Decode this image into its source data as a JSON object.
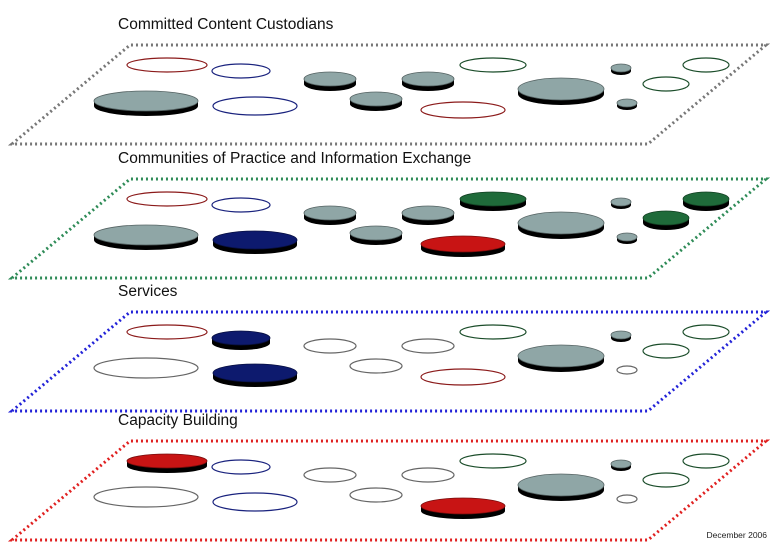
{
  "layers": [
    {
      "title": "Committed Content Custodians",
      "border_color": "#777777",
      "disks": [
        {
          "id": 1,
          "style": "outline",
          "color": "#8b1a1a"
        },
        {
          "id": 2,
          "style": "outline",
          "color": "#1a237e"
        },
        {
          "id": 3,
          "style": "solid",
          "color": "#8fa6a6"
        },
        {
          "id": 4,
          "style": "solid",
          "color": "#8fa6a6"
        },
        {
          "id": 5,
          "style": "outline",
          "color": "#1b4d2a"
        },
        {
          "id": 6,
          "style": "solid",
          "color": "#8fa6a6"
        },
        {
          "id": 7,
          "style": "outline",
          "color": "#1b4d2a"
        },
        {
          "id": 8,
          "style": "solid",
          "color": "#8fa6a6"
        },
        {
          "id": 9,
          "style": "outline",
          "color": "#1a237e"
        },
        {
          "id": 10,
          "style": "solid",
          "color": "#8fa6a6"
        },
        {
          "id": 11,
          "style": "outline",
          "color": "#8b1a1a"
        },
        {
          "id": 12,
          "style": "solid",
          "color": "#8fa6a6"
        },
        {
          "id": 13,
          "style": "outline",
          "color": "#1b4d2a"
        },
        {
          "id": 14,
          "style": "solid",
          "color": "#8fa6a6"
        }
      ]
    },
    {
      "title": "Communities of Practice and Information Exchange",
      "border_color": "#2e8b57",
      "disks": [
        {
          "id": 1,
          "style": "outline",
          "color": "#8b1a1a"
        },
        {
          "id": 2,
          "style": "outline",
          "color": "#1a237e"
        },
        {
          "id": 3,
          "style": "solid",
          "color": "#8fa6a6"
        },
        {
          "id": 4,
          "style": "solid",
          "color": "#8fa6a6"
        },
        {
          "id": 5,
          "style": "solid",
          "color": "#1f6b3a"
        },
        {
          "id": 6,
          "style": "solid",
          "color": "#8fa6a6"
        },
        {
          "id": 7,
          "style": "solid",
          "color": "#1f6b3a"
        },
        {
          "id": 8,
          "style": "solid",
          "color": "#8fa6a6"
        },
        {
          "id": 9,
          "style": "solid",
          "color": "#0d1a6e"
        },
        {
          "id": 10,
          "style": "solid",
          "color": "#8fa6a6"
        },
        {
          "id": 11,
          "style": "solid",
          "color": "#c81414"
        },
        {
          "id": 12,
          "style": "solid",
          "color": "#8fa6a6"
        },
        {
          "id": 13,
          "style": "solid",
          "color": "#1f6b3a"
        },
        {
          "id": 14,
          "style": "solid",
          "color": "#8fa6a6"
        }
      ]
    },
    {
      "title": "Services",
      "border_color": "#2323d8",
      "disks": [
        {
          "id": 1,
          "style": "outline",
          "color": "#8b1a1a"
        },
        {
          "id": 2,
          "style": "solid",
          "color": "#0d1a6e"
        },
        {
          "id": 3,
          "style": "outline",
          "color": "#666666"
        },
        {
          "id": 4,
          "style": "outline",
          "color": "#666666"
        },
        {
          "id": 5,
          "style": "outline",
          "color": "#1b4d2a"
        },
        {
          "id": 6,
          "style": "outline",
          "color": "#666666"
        },
        {
          "id": 7,
          "style": "outline",
          "color": "#1b4d2a"
        },
        {
          "id": 8,
          "style": "solid",
          "color": "#8fa6a6"
        },
        {
          "id": 9,
          "style": "solid",
          "color": "#0d1a6e"
        },
        {
          "id": 10,
          "style": "outline",
          "color": "#666666"
        },
        {
          "id": 11,
          "style": "outline",
          "color": "#8b1a1a"
        },
        {
          "id": 12,
          "style": "solid",
          "color": "#8fa6a6"
        },
        {
          "id": 13,
          "style": "outline",
          "color": "#1b4d2a"
        },
        {
          "id": 14,
          "style": "outline",
          "color": "#666666"
        }
      ]
    },
    {
      "title": "Capacity Building",
      "border_color": "#e02020",
      "disks": [
        {
          "id": 1,
          "style": "solid",
          "color": "#c81414"
        },
        {
          "id": 2,
          "style": "outline",
          "color": "#1a237e"
        },
        {
          "id": 3,
          "style": "outline",
          "color": "#666666"
        },
        {
          "id": 4,
          "style": "outline",
          "color": "#666666"
        },
        {
          "id": 5,
          "style": "outline",
          "color": "#1b4d2a"
        },
        {
          "id": 6,
          "style": "outline",
          "color": "#666666"
        },
        {
          "id": 7,
          "style": "outline",
          "color": "#1b4d2a"
        },
        {
          "id": 8,
          "style": "solid",
          "color": "#8fa6a6"
        },
        {
          "id": 9,
          "style": "outline",
          "color": "#1a237e"
        },
        {
          "id": 10,
          "style": "outline",
          "color": "#666666"
        },
        {
          "id": 11,
          "style": "solid",
          "color": "#c81414"
        },
        {
          "id": 12,
          "style": "solid",
          "color": "#8fa6a6"
        },
        {
          "id": 13,
          "style": "outline",
          "color": "#1b4d2a"
        },
        {
          "id": 14,
          "style": "outline",
          "color": "#666666"
        }
      ]
    }
  ],
  "footer": {
    "date": "December 2006"
  }
}
